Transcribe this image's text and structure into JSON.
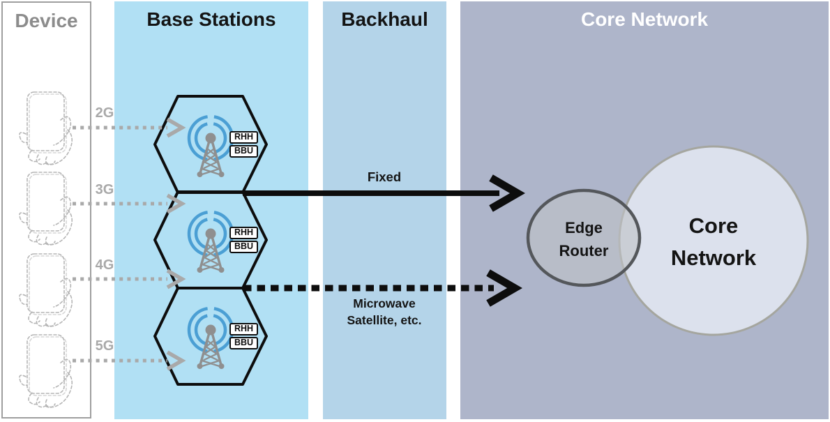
{
  "columns": {
    "device": {
      "title": "Device"
    },
    "base_stations": {
      "title": "Base Stations"
    },
    "backhaul": {
      "title": "Backhaul"
    },
    "core_network": {
      "title": "Core Network"
    }
  },
  "device": {
    "generations": [
      {
        "label": "2G"
      },
      {
        "label": "3G"
      },
      {
        "label": "4G"
      },
      {
        "label": "5G"
      }
    ]
  },
  "base_stations": {
    "cells": [
      {
        "rhh": "RHH",
        "bbu": "BBU"
      },
      {
        "rhh": "RHH",
        "bbu": "BBU"
      },
      {
        "rhh": "RHH",
        "bbu": "BBU"
      }
    ]
  },
  "backhaul": {
    "fixed": {
      "label": "Fixed"
    },
    "microwave": {
      "line1": "Microwave",
      "line2": "Satellite, etc."
    }
  },
  "core_network": {
    "edge_router": {
      "line1": "Edge",
      "line2": "Router"
    },
    "core_cloud": {
      "line1": "Core",
      "line2": "Network"
    }
  },
  "colors": {
    "base_stations_bg": "#b1e0f4",
    "backhaul_bg": "#b4d4e9",
    "core_network_bg": "#aeb5ca",
    "device_box_border": "#9e9e9e",
    "gray_text": "#8c8c8c",
    "gray_arrow": "#a9a9a9",
    "tower_gray": "#8f8f8f",
    "signal_blue": "#4b9fd4",
    "arrow_black": "#0d0d0d",
    "core_circle_fill": "#dce1ed",
    "core_circle_border": "#a5a69f",
    "edge_router_fill": "#bdc1ca",
    "edge_router_border": "#54575b"
  }
}
